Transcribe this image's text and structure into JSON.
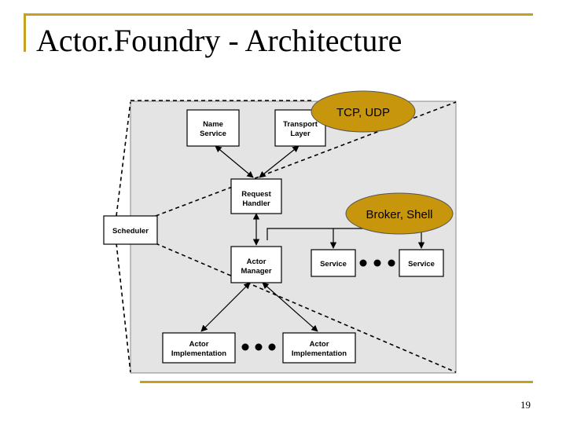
{
  "slide": {
    "title": "Actor.Foundry - Architecture",
    "page_number": "19"
  },
  "colors": {
    "accent": "#c8a020",
    "panel_fill": "#e4e4e4",
    "callout_fill": "#c8960c"
  },
  "diagram": {
    "boxes": {
      "name_service": [
        "Name",
        "Service"
      ],
      "transport_layer": [
        "Transport",
        "Layer"
      ],
      "request_handler": [
        "Request",
        "Handler"
      ],
      "scheduler": [
        "Scheduler"
      ],
      "actor_manager": [
        "Actor",
        "Manager"
      ],
      "service_1": [
        "Service"
      ],
      "service_2": [
        "Service"
      ],
      "actor_impl_1": [
        "Actor",
        "Implementation"
      ],
      "actor_impl_2": [
        "Actor",
        "Implementation"
      ]
    },
    "callouts": {
      "tcp_udp": "TCP, UDP",
      "broker_shell": "Broker, Shell"
    }
  }
}
